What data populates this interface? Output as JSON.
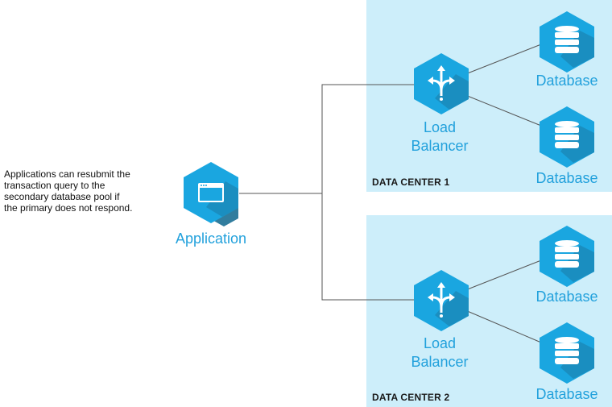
{
  "note": {
    "lines": [
      "Applications can resubmit the",
      "transaction query to the",
      "secondary database pool if",
      "the primary does not respond."
    ]
  },
  "nodes": {
    "application": {
      "label": "Application",
      "icon": "browser-window-icon"
    },
    "dc1_lb": {
      "label_line1": "Load",
      "label_line2": "Balancer",
      "icon": "split-arrows-icon"
    },
    "dc1_db1": {
      "label": "Database",
      "icon": "database-icon"
    },
    "dc1_db2": {
      "label": "Database",
      "icon": "database-icon"
    },
    "dc2_lb": {
      "label_line1": "Load",
      "label_line2": "Balancer",
      "icon": "split-arrows-icon"
    },
    "dc2_db1": {
      "label": "Database",
      "icon": "database-icon"
    },
    "dc2_db2": {
      "label": "Database",
      "icon": "database-icon"
    }
  },
  "data_centers": {
    "dc1": {
      "label": "DATA CENTER 1"
    },
    "dc2": {
      "label": "DATA CENTER 2"
    }
  },
  "colors": {
    "hex_fill": "#1aa6e0",
    "hex_shadow": "#1b6f94",
    "label_text": "#22a1dc",
    "dc_background": "#cdeefa",
    "connector": "#555555"
  }
}
